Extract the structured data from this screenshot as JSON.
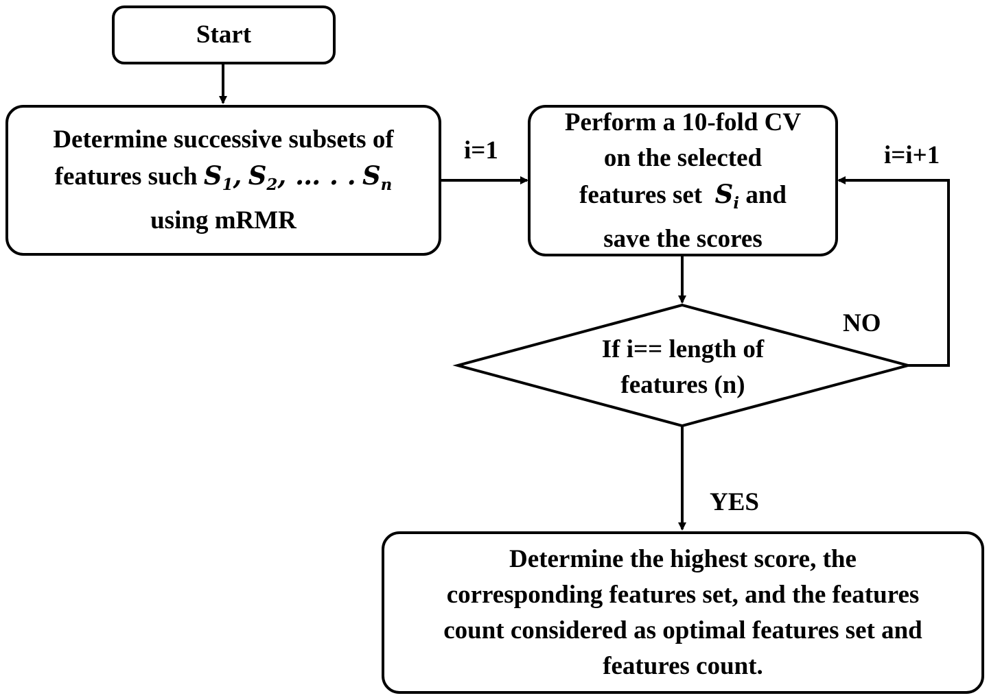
{
  "nodes": {
    "start": {
      "text": "Start"
    },
    "subsets": {
      "line1": "Determine successive subsets of",
      "line2_prefix": "features such",
      "s1": "S",
      "s1_sub": "1",
      "sep1": ",",
      "s2": "S",
      "s2_sub": "2",
      "ellipsis": ", … . .",
      "sn": "S",
      "sn_sub": "n",
      "line3": "using mRMR"
    },
    "cv": {
      "line1": "Perform a 10-fold CV",
      "line2": "on the selected",
      "line3_prefix": "features set",
      "si": "S",
      "si_sub": "i",
      "line3_suffix": "and",
      "line4": "save the scores"
    },
    "decision": {
      "line1": "If i== length of",
      "line2": "features (n)"
    },
    "result": {
      "line1": "Determine the highest score, the",
      "line2": "corresponding features set, and the features",
      "line3": "count considered as optimal features set and",
      "line4": "features count."
    }
  },
  "edge_labels": {
    "init": "i=1",
    "increment": "i=i+1",
    "no": "NO",
    "yes": "YES"
  }
}
